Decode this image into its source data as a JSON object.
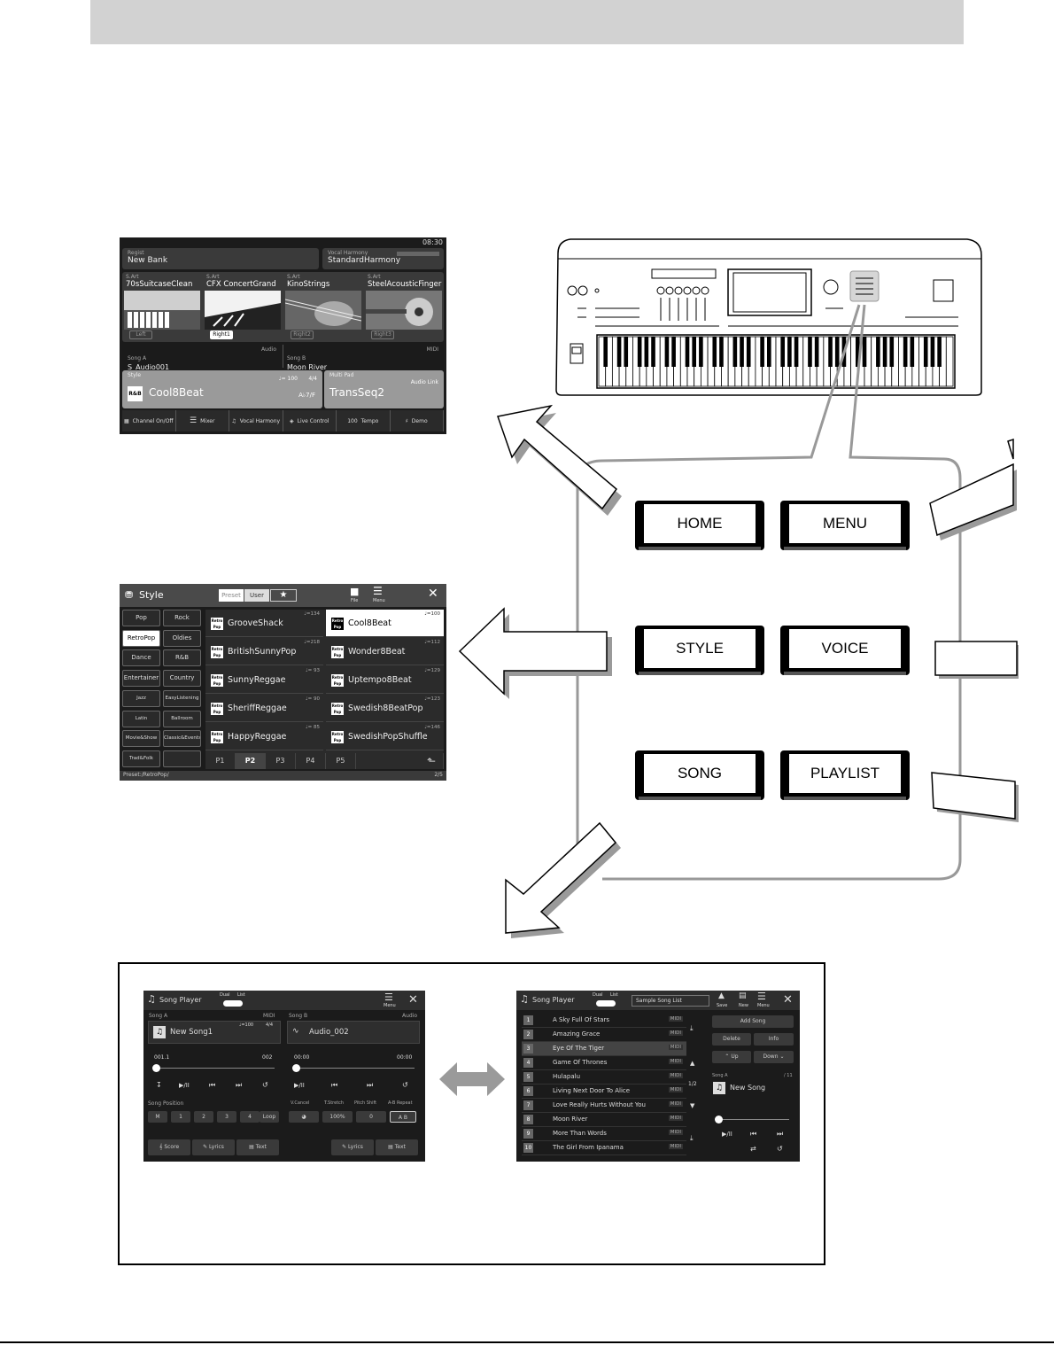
{
  "home_screen": {
    "clock": "08:30",
    "regist": {
      "label": "Regist",
      "value": "New Bank"
    },
    "vocal_harmony": {
      "label": "Vocal Harmony",
      "value": "StandardHarmony"
    },
    "voices": [
      {
        "label": "S.Art",
        "name": "70sSuitcaseClean",
        "part": "Left"
      },
      {
        "label": "S.Art",
        "name": "CFX ConcertGrand",
        "part": "Right1"
      },
      {
        "label": "S.Art",
        "name": "KinoStrings",
        "part": "Right2"
      },
      {
        "label": "S.Art",
        "name": "SteelAcousticFinger",
        "part": "Right3"
      }
    ],
    "song_a": {
      "label": "Song A",
      "type": "Audio",
      "value": "S_Audio001"
    },
    "song_b": {
      "label": "Song B",
      "type": "MIDI",
      "value": "Moon River"
    },
    "style": {
      "label": "Style",
      "tempo": "♩= 100",
      "beat": "4/4",
      "name": "Cool8Beat",
      "chord": "A♭7/F",
      "icon": "R&B"
    },
    "multi_pad": {
      "label": "Multi Pad",
      "extra": "Audio Link",
      "name": "TransSeq2"
    },
    "bottom": [
      "Channel On/Off",
      "Mixer",
      "Vocal Harmony",
      "Live Control",
      "Tempo",
      "Demo"
    ],
    "tempo_value": "100"
  },
  "style_screen": {
    "title": "Style",
    "tabs": [
      "Preset",
      "User"
    ],
    "file_label": "File",
    "menu_label": "Menu",
    "categories": [
      "Pop",
      "Rock",
      "RetroPop",
      "Oldies",
      "Dance",
      "R&B",
      "Entertainer",
      "Country",
      "Jazz",
      "EasyListening",
      "Latin",
      "Ballroom",
      "Movie&Show",
      "Classic&Events",
      "Trad&Folk",
      ""
    ],
    "styles": [
      {
        "name": "GrooveShack",
        "tempo": "♩=134"
      },
      {
        "name": "Cool8Beat",
        "tempo": "♩=100"
      },
      {
        "name": "BritishSunnyPop",
        "tempo": "♩=218"
      },
      {
        "name": "Wonder8Beat",
        "tempo": "♩=112"
      },
      {
        "name": "SunnyReggae",
        "tempo": "♩= 93"
      },
      {
        "name": "Uptempo8Beat",
        "tempo": "♩=129"
      },
      {
        "name": "SheriffReggae",
        "tempo": "♩= 90"
      },
      {
        "name": "Swedish8BeatPop",
        "tempo": "♩=123"
      },
      {
        "name": "HappyReggae",
        "tempo": "♩= 85"
      },
      {
        "name": "SwedishPopShuffle",
        "tempo": "♩=146"
      }
    ],
    "style_icon": "Retro Pop",
    "pages": [
      "P1",
      "P2",
      "P3",
      "P4",
      "P5"
    ],
    "path": "Preset:/RetroPop/",
    "page_count": "2/5"
  },
  "keys": {
    "home": "HOME",
    "menu": "MENU",
    "style": "STYLE",
    "voice": "VOICE",
    "song": "SONG",
    "playlist": "PLAYLIST"
  },
  "song_player_dual": {
    "title": "Song Player",
    "mode": [
      "Dual",
      "List"
    ],
    "menu_label": "Menu",
    "song_a": {
      "label": "Song A",
      "type": "MIDI",
      "name": "New Song1",
      "tempo": "♩=100",
      "beat": "4/4",
      "pos": "001.1",
      "end": "002"
    },
    "song_b": {
      "label": "Song B",
      "type": "Audio",
      "name": "Audio_002",
      "pos": "00:00",
      "end": "00:00"
    },
    "play": "▶/II",
    "song_position": "Song Position",
    "positions": [
      "M",
      "1",
      "2",
      "3",
      "4",
      "Loop"
    ],
    "b_controls": [
      "V.Cancel",
      "T.Stretch",
      "Pitch Shift",
      "A-B Repeat"
    ],
    "b_values": [
      "100%",
      "0",
      "A B"
    ],
    "a_buttons": [
      "Score",
      "Lyrics",
      "Text"
    ],
    "b_buttons": [
      "Lyrics",
      "Text"
    ]
  },
  "song_player_list": {
    "title": "Song Player",
    "mode": [
      "Dual",
      "List"
    ],
    "list_name": "Sample Song List",
    "tools": [
      "Save",
      "New",
      "Menu"
    ],
    "songs": [
      {
        "no": "1",
        "title": "A Sky Full Of Stars",
        "type": "MIDI"
      },
      {
        "no": "2",
        "title": "Amazing Grace",
        "type": "MIDI"
      },
      {
        "no": "3",
        "title": "Eye Of The Tiger",
        "type": "MIDI"
      },
      {
        "no": "4",
        "title": "Game Of Thrones",
        "type": "MIDI"
      },
      {
        "no": "5",
        "title": "Hulapalu",
        "type": "MIDI"
      },
      {
        "no": "6",
        "title": "Living Next Door To Alice",
        "type": "MIDI"
      },
      {
        "no": "7",
        "title": "Love Really Hurts Without You",
        "type": "MIDI"
      },
      {
        "no": "8",
        "title": "Moon River",
        "type": "MIDI"
      },
      {
        "no": "9",
        "title": "More Than Words",
        "type": "MIDI"
      },
      {
        "no": "10",
        "title": "The Girl From Ipanama",
        "type": "MIDI"
      }
    ],
    "page": "1/2",
    "actions": [
      "Add Song",
      "Delete",
      "Info",
      "Up",
      "Down"
    ],
    "song_a_label": "Song A",
    "song_a_count": "/ 11",
    "song_a_name": "New Song"
  },
  "colors": {
    "topbar": "#d2d2d2",
    "screen_bg": "#1b1b1b",
    "panel": "#3a3a3a",
    "highlight": "#9a9a9a"
  }
}
